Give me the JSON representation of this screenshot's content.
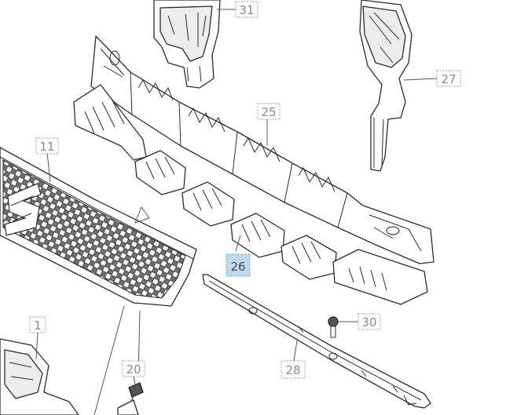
{
  "diagram": {
    "callouts": [
      {
        "id": "c31",
        "label": "31",
        "highlighted": false
      },
      {
        "id": "c27",
        "label": "27",
        "highlighted": false
      },
      {
        "id": "c25",
        "label": "25",
        "highlighted": false
      },
      {
        "id": "c11",
        "label": "11",
        "highlighted": false
      },
      {
        "id": "c26",
        "label": "26",
        "highlighted": true
      },
      {
        "id": "c30",
        "label": "30",
        "highlighted": false
      },
      {
        "id": "c1",
        "label": "1",
        "highlighted": false
      },
      {
        "id": "c20",
        "label": "20",
        "highlighted": false
      },
      {
        "id": "c28",
        "label": "28",
        "highlighted": false
      }
    ],
    "colors": {
      "highlight_fill": "#bcd9ee",
      "callout_text": "#8a8a8a",
      "line": "#2a2a2a"
    }
  }
}
